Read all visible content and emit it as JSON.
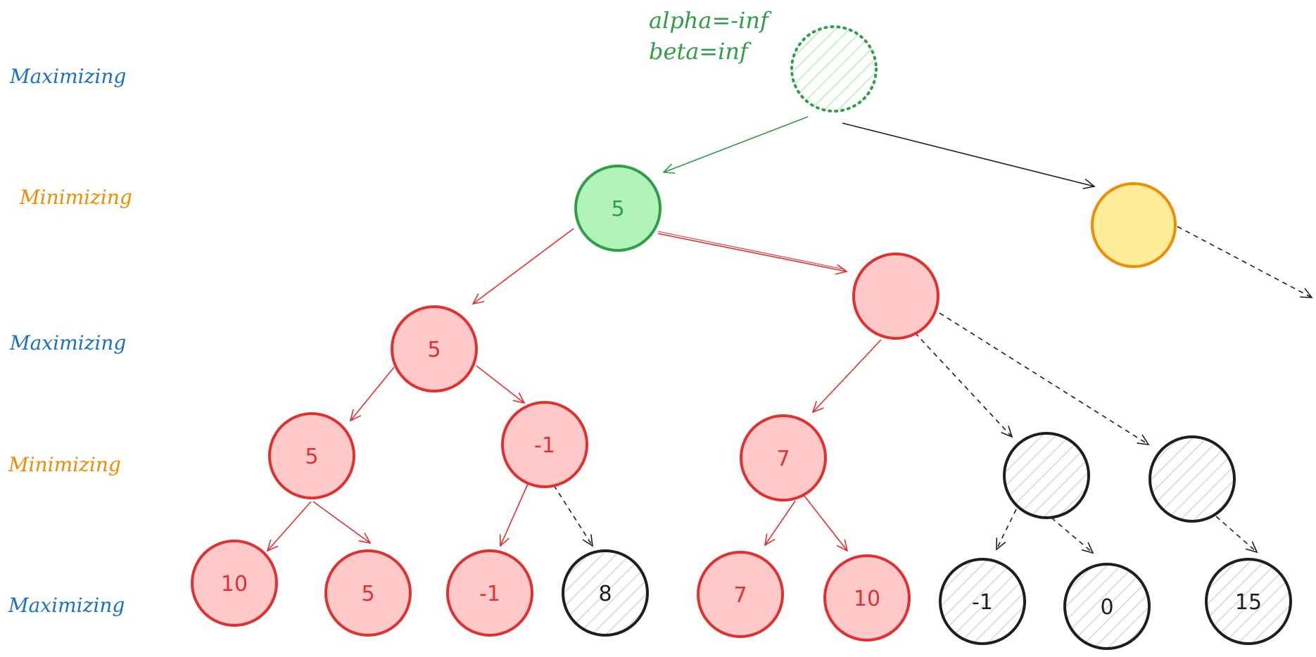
{
  "colors": {
    "maximizing": "#1971c2",
    "minimizing": "#f08c00",
    "green_stroke": "#2f9e44",
    "green_fill": "#b2f2bb",
    "red_stroke": "#e03131",
    "red_fill": "#ffc9c9",
    "yellow_fill": "#ffec99",
    "black": "#1e1e1e",
    "gray_hatch": "#cfcfcf"
  },
  "level_labels": [
    {
      "id": "level-1",
      "text": "Maximizing",
      "kind": "maximizing"
    },
    {
      "id": "level-2",
      "text": "Minimizing",
      "kind": "minimizing"
    },
    {
      "id": "level-3",
      "text": "Maximizing",
      "kind": "maximizing"
    },
    {
      "id": "level-4",
      "text": "Minimizing",
      "kind": "minimizing"
    },
    {
      "id": "level-5",
      "text": "Maximizing",
      "kind": "maximizing"
    }
  ],
  "annotation": {
    "alpha": "alpha=-inf",
    "beta": "beta=inf"
  },
  "nodes": [
    {
      "id": "root",
      "value": "",
      "style": "green-dotted-hatched"
    },
    {
      "id": "l1-left",
      "value": "5",
      "style": "green"
    },
    {
      "id": "l1-right",
      "value": "",
      "style": "yellow"
    },
    {
      "id": "l2-a",
      "value": "5",
      "style": "red"
    },
    {
      "id": "l2-b",
      "value": "",
      "style": "red"
    },
    {
      "id": "l3-a",
      "value": "5",
      "style": "red"
    },
    {
      "id": "l3-b",
      "value": "-1",
      "style": "red"
    },
    {
      "id": "l3-c",
      "value": "7",
      "style": "red"
    },
    {
      "id": "l3-d",
      "value": "",
      "style": "black-hatched"
    },
    {
      "id": "l3-e",
      "value": "",
      "style": "black-hatched"
    },
    {
      "id": "l4-a",
      "value": "10",
      "style": "red"
    },
    {
      "id": "l4-b",
      "value": "5",
      "style": "red"
    },
    {
      "id": "l4-c",
      "value": "-1",
      "style": "red"
    },
    {
      "id": "l4-d",
      "value": "8",
      "style": "black-hatched"
    },
    {
      "id": "l4-e",
      "value": "7",
      "style": "red"
    },
    {
      "id": "l4-f",
      "value": "10",
      "style": "red"
    },
    {
      "id": "l4-g",
      "value": "-1",
      "style": "black-hatched"
    },
    {
      "id": "l4-h",
      "value": "0",
      "style": "black-hatched"
    },
    {
      "id": "l4-i",
      "value": "15",
      "style": "black-hatched"
    }
  ],
  "edges": [
    {
      "id": "root-l1left",
      "style": "green"
    },
    {
      "id": "root-l1right",
      "style": "black"
    },
    {
      "id": "l1right-offscreen",
      "style": "dashed"
    },
    {
      "id": "l1left-l2a",
      "style": "red"
    },
    {
      "id": "l1left-l2b",
      "style": "red"
    },
    {
      "id": "l2a-l3a",
      "style": "red"
    },
    {
      "id": "l2a-l3b",
      "style": "red"
    },
    {
      "id": "l2b-l3c",
      "style": "red"
    },
    {
      "id": "l2b-l3d",
      "style": "dashed"
    },
    {
      "id": "l2b-l3e",
      "style": "dashed"
    },
    {
      "id": "l3a-l4a",
      "style": "red"
    },
    {
      "id": "l3a-l4b",
      "style": "red"
    },
    {
      "id": "l3b-l4c",
      "style": "red"
    },
    {
      "id": "l3b-l4d",
      "style": "dashed"
    },
    {
      "id": "l3c-l4e",
      "style": "red"
    },
    {
      "id": "l3c-l4f",
      "style": "red"
    },
    {
      "id": "l3d-l4g",
      "style": "dashed"
    },
    {
      "id": "l3d-l4h",
      "style": "dashed"
    },
    {
      "id": "l3e-l4i",
      "style": "dashed"
    }
  ]
}
